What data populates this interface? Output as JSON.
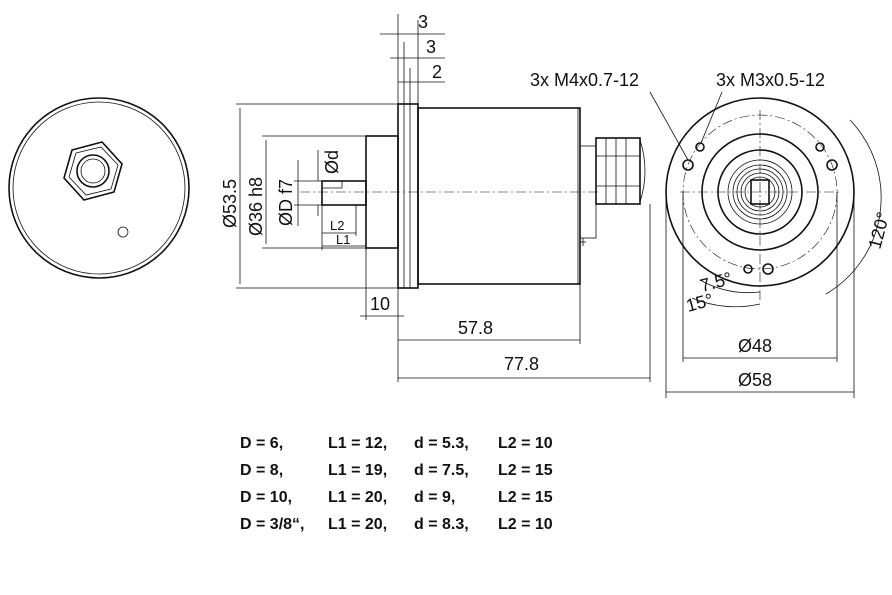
{
  "dimensions": {
    "top_3a": "3",
    "top_3b": "3",
    "top_2": "2",
    "dia_53_5": "Ø53.5",
    "dia_36_h8": "Ø36 h8",
    "dia_D_f7": "ØD f7",
    "dia_d": "Ød",
    "L2": "L2",
    "L1": "L1",
    "len_10": "10",
    "len_57_8": "57.8",
    "len_77_8": "77.8",
    "dia_48": "Ø48",
    "dia_58": "Ø58",
    "angle_120": "120°",
    "angle_7_5": "7.5°",
    "angle_15": "15°"
  },
  "threads": {
    "m4": "3x M4x0.7-12",
    "m3": "3x M3x0.5-12"
  },
  "variants": [
    {
      "D": "D =   6,",
      "L1": "L1 = 12,",
      "d": "d = 5.3,",
      "L2": "L2 = 10"
    },
    {
      "D": "D =   8,",
      "L1": "L1 = 19,",
      "d": "d = 7.5,",
      "L2": "L2 = 15"
    },
    {
      "D": "D = 10,",
      "L1": "L1 = 20,",
      "d": "d = 9,",
      "L2": "L2 = 15"
    },
    {
      "D": "D = 3/8“,",
      "L1": "L1 = 20,",
      "d": "d = 8.3,",
      "L2": "L2 = 10"
    }
  ]
}
